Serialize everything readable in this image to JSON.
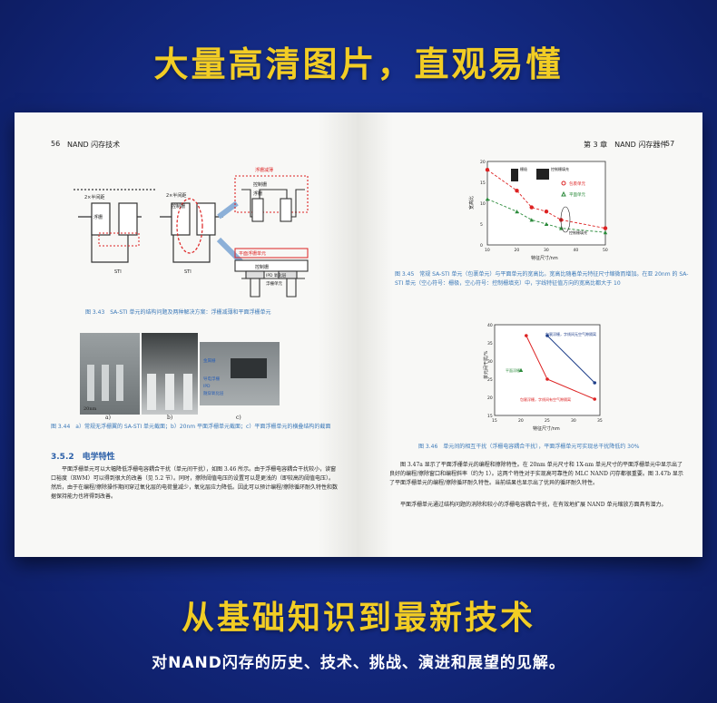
{
  "headline": "大量高清图片，直观易懂",
  "left_page": {
    "page_number": "56",
    "running_title": "NAND 闪存技术",
    "fig_3_43": {
      "labels": [
        "2×半间距",
        "2×半间距",
        "控制栅",
        "浮栅",
        "STI",
        "STI",
        "浮栅减薄",
        "控制栅",
        "浮栅",
        "平面浮栅单元",
        "控制栅",
        "IPD 氧化层",
        "浮栅单元"
      ],
      "caption": "图 3.43　SA-STI 单元的结构问题及两种解决方案：浮栅减薄和平面浮栅单元"
    },
    "fig_3_44": {
      "panel_labels": [
        "a)",
        "b)",
        "c)"
      ],
      "scale_label": "20nm",
      "labels_c": [
        "金属栅",
        "导电浮栅",
        "IPD",
        "隧穿氧化层"
      ],
      "caption": "图 3.44　a）常规无浮栅翼的 SA-STI 单元截面；b）20nm 平面浮栅单元截面；c）平面浮栅单元的横叠结构的截面"
    },
    "section_title": "3.5.2　电学特性",
    "paragraph": "平面浮栅单元可以大幅降低浮栅电容耦合干扰（单元间干扰），如图 3.46 所示。由于浮栅电容耦合干扰较小，读窗口裕度（RWM）可以得到很大的改善（见 5.2 节）。同时，擦除阈值电压的设置可以是更浅的（即较高的阈值电压）。然后，由于在编程/擦除操作期间穿过氧化层的电荷量减少，氧化层应力降低。因此可以预计编程/擦除循环耐久特性和数据保持能力也将得到改善。"
  },
  "right_page": {
    "page_number": "57",
    "running_title": "第 3 章　NAND 闪存器件",
    "fig_3_45": {
      "ylabel": "宽高比",
      "xlabel": "特征尺寸/nm",
      "x_ticks": [
        "10",
        "20",
        "30",
        "40",
        "50"
      ],
      "y_ticks": [
        "0",
        "5",
        "10",
        "15",
        "20"
      ],
      "inset_labels": [
        "栅极",
        "控制栅填充"
      ],
      "legend": [
        "包裹单元",
        "平面单元"
      ],
      "annotation": "控制栅填充",
      "caption": "图 3.45　常规 SA-STI 单元（包裹单元）与平面单元的宽高比。宽高比随着单元特征尺寸缩微而增加。在亚 20nm 的 SA-STI 单元（空心符号：栅极，空心符号：控制栅填充）中，字线特征值方向的宽高比都大于 10"
    },
    "fig_3_46": {
      "ylabel": "单元间干扰/%",
      "xlabel": "特征尺寸/nm",
      "x_ticks": [
        "15",
        "20",
        "25",
        "30",
        "35"
      ],
      "y_ticks": [
        "15",
        "20",
        "25",
        "30",
        "35",
        "40"
      ],
      "annotations": [
        "包裹浮栅，字线间无空气隙隔离",
        "平面浮栅",
        "包裹浮栅，字线间有空气隙隔离"
      ],
      "caption": "图 3.46　单元间的相互干扰（浮栅电容耦合干扰），平面浮栅单元可实现总干扰降低约 30%"
    },
    "paragraph1": "图 3.47a 显示了平面浮栅单元的编程和擦除特性。在 20nm 单元尺寸和 1X-nm 单元尺寸的平面浮栅单元中显示出了良好的编程/擦除窗口和编程斜率（约为 1）。这两个特性对于实现高可靠性的 MLC NAND 闪存都很重要。图 3.47b 显示了平面浮栅单元的编程/擦除循环耐久特性。当前结果也显示出了优异的循环耐久特性。",
    "paragraph2": "平面浮栅单元通过结构问题的消除和较小的浮栅电容耦合干扰，在有效地扩展 NAND 单元缩放方面具有潜力。"
  },
  "bottom_headline": "从基础知识到最新技术",
  "bottom_subtitle": "对NAND闪存的历史、技术、挑战、演进和展望的见解。",
  "colors": {
    "background": "#152d8a",
    "accent_yellow": "#f2cd24",
    "caption_blue": "#3a78b8"
  },
  "chart_data": [
    {
      "type": "scatter",
      "title": "",
      "xlabel": "特征尺寸/nm",
      "ylabel": "宽高比",
      "xlim": [
        10,
        50
      ],
      "ylim": [
        0,
        20
      ],
      "series": [
        {
          "name": "包裹单元",
          "x": [
            10,
            20,
            25,
            30,
            35,
            50
          ],
          "y": [
            18,
            13,
            9,
            8,
            6,
            4
          ]
        },
        {
          "name": "平面单元",
          "x": [
            10,
            20,
            25,
            30,
            35,
            50
          ],
          "y": [
            11,
            8,
            6,
            5,
            4,
            3
          ]
        }
      ]
    },
    {
      "type": "line",
      "title": "",
      "xlabel": "特征尺寸/nm",
      "ylabel": "单元间干扰/%",
      "xlim": [
        15,
        35
      ],
      "ylim": [
        15,
        40
      ],
      "series": [
        {
          "name": "包裹浮栅，字线间无空气隙隔离",
          "x": [
            25,
            34
          ],
          "y": [
            37,
            24
          ]
        },
        {
          "name": "包裹浮栅，字线间有空气隙隔离",
          "x": [
            21,
            25,
            34
          ],
          "y": [
            37,
            25,
            19.5
          ]
        },
        {
          "name": "平面浮栅",
          "x": [
            20
          ],
          "y": [
            27.5
          ]
        }
      ]
    }
  ]
}
